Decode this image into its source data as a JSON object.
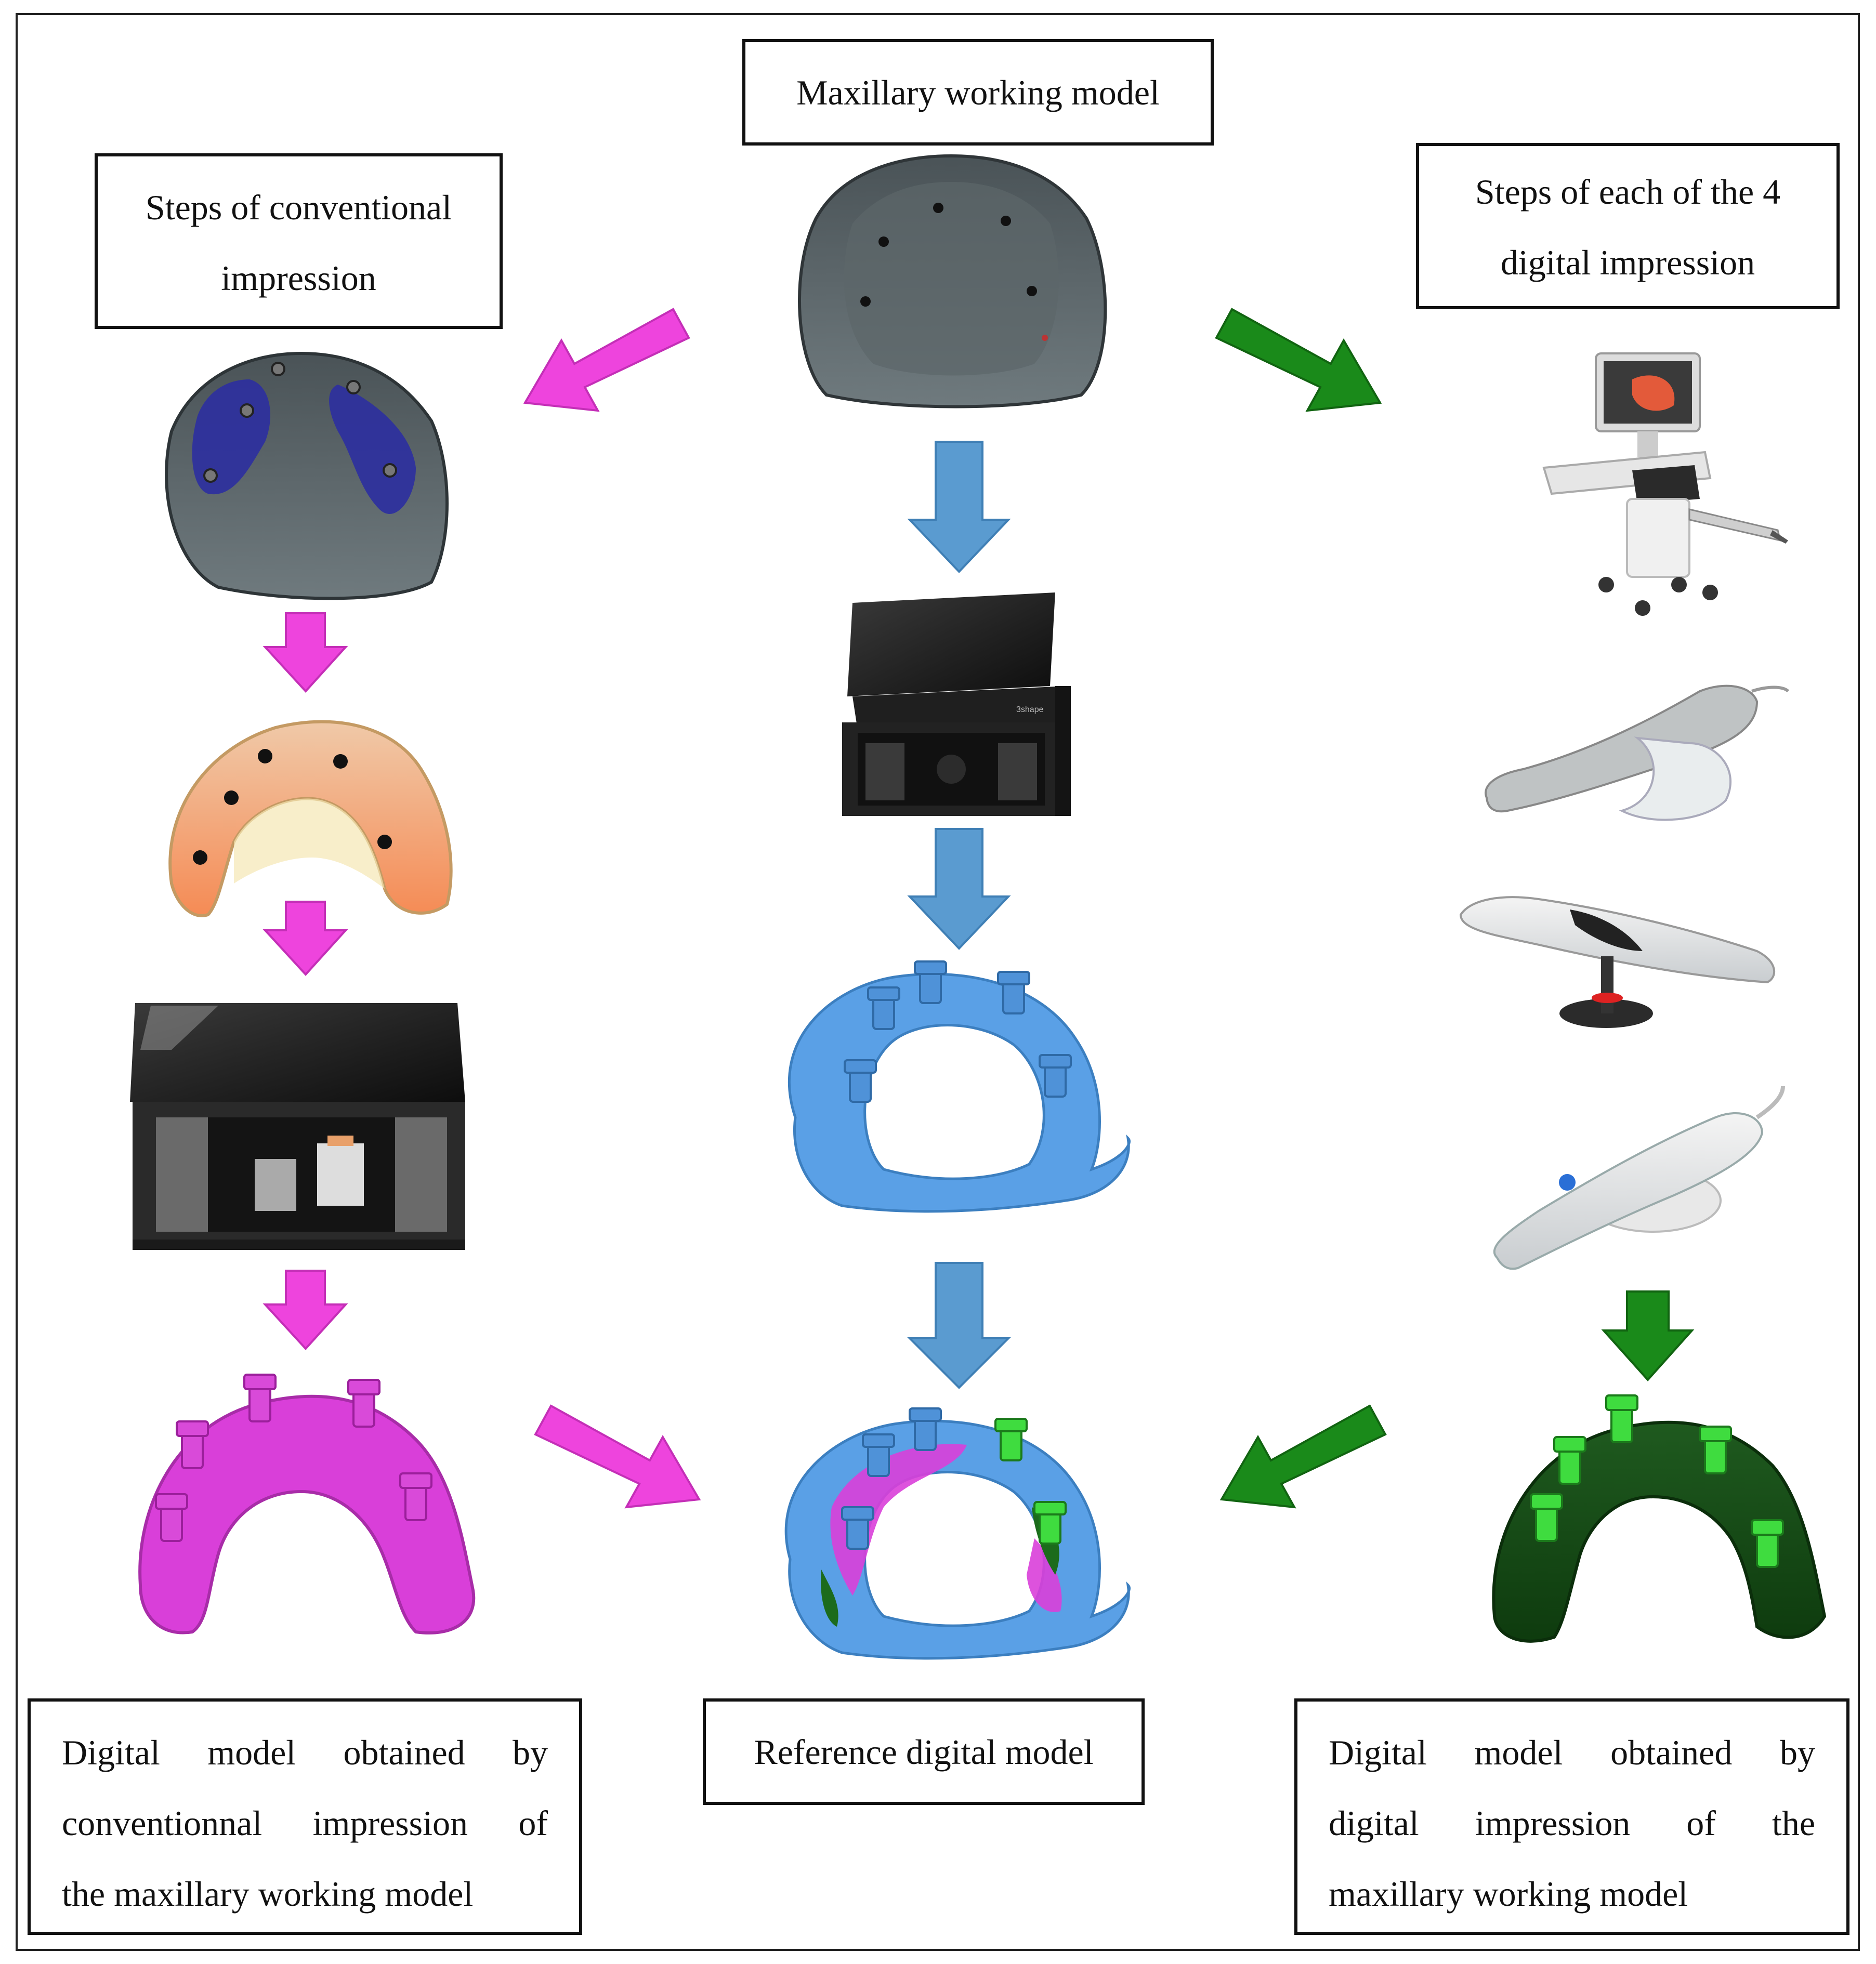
{
  "labels": {
    "maxillary_working_model": "Maxillary working model",
    "conventional_steps": [
      "Steps of conventional",
      "impression"
    ],
    "digital_steps": [
      "Steps of each of the 4",
      "digital impression"
    ],
    "conventional_result": [
      "Digital model obtained by",
      "conventionnal impression of",
      "the maxillary working model"
    ],
    "reference_result": "Reference digital model",
    "digital_result": [
      "Digital model obtained by",
      "digital impression of the",
      "maxillary working model"
    ]
  },
  "device_text": {
    "lab_scanner_brand": "3shape"
  },
  "colors": {
    "conventional_arrow": "#ee44dd",
    "reference_arrow": "#5a9bd0",
    "digital_arrow": "#1a8a1a",
    "conventional_model": "#d93fd9",
    "reference_model": "#5aa0e6",
    "digital_model": "#2a8a2a"
  }
}
